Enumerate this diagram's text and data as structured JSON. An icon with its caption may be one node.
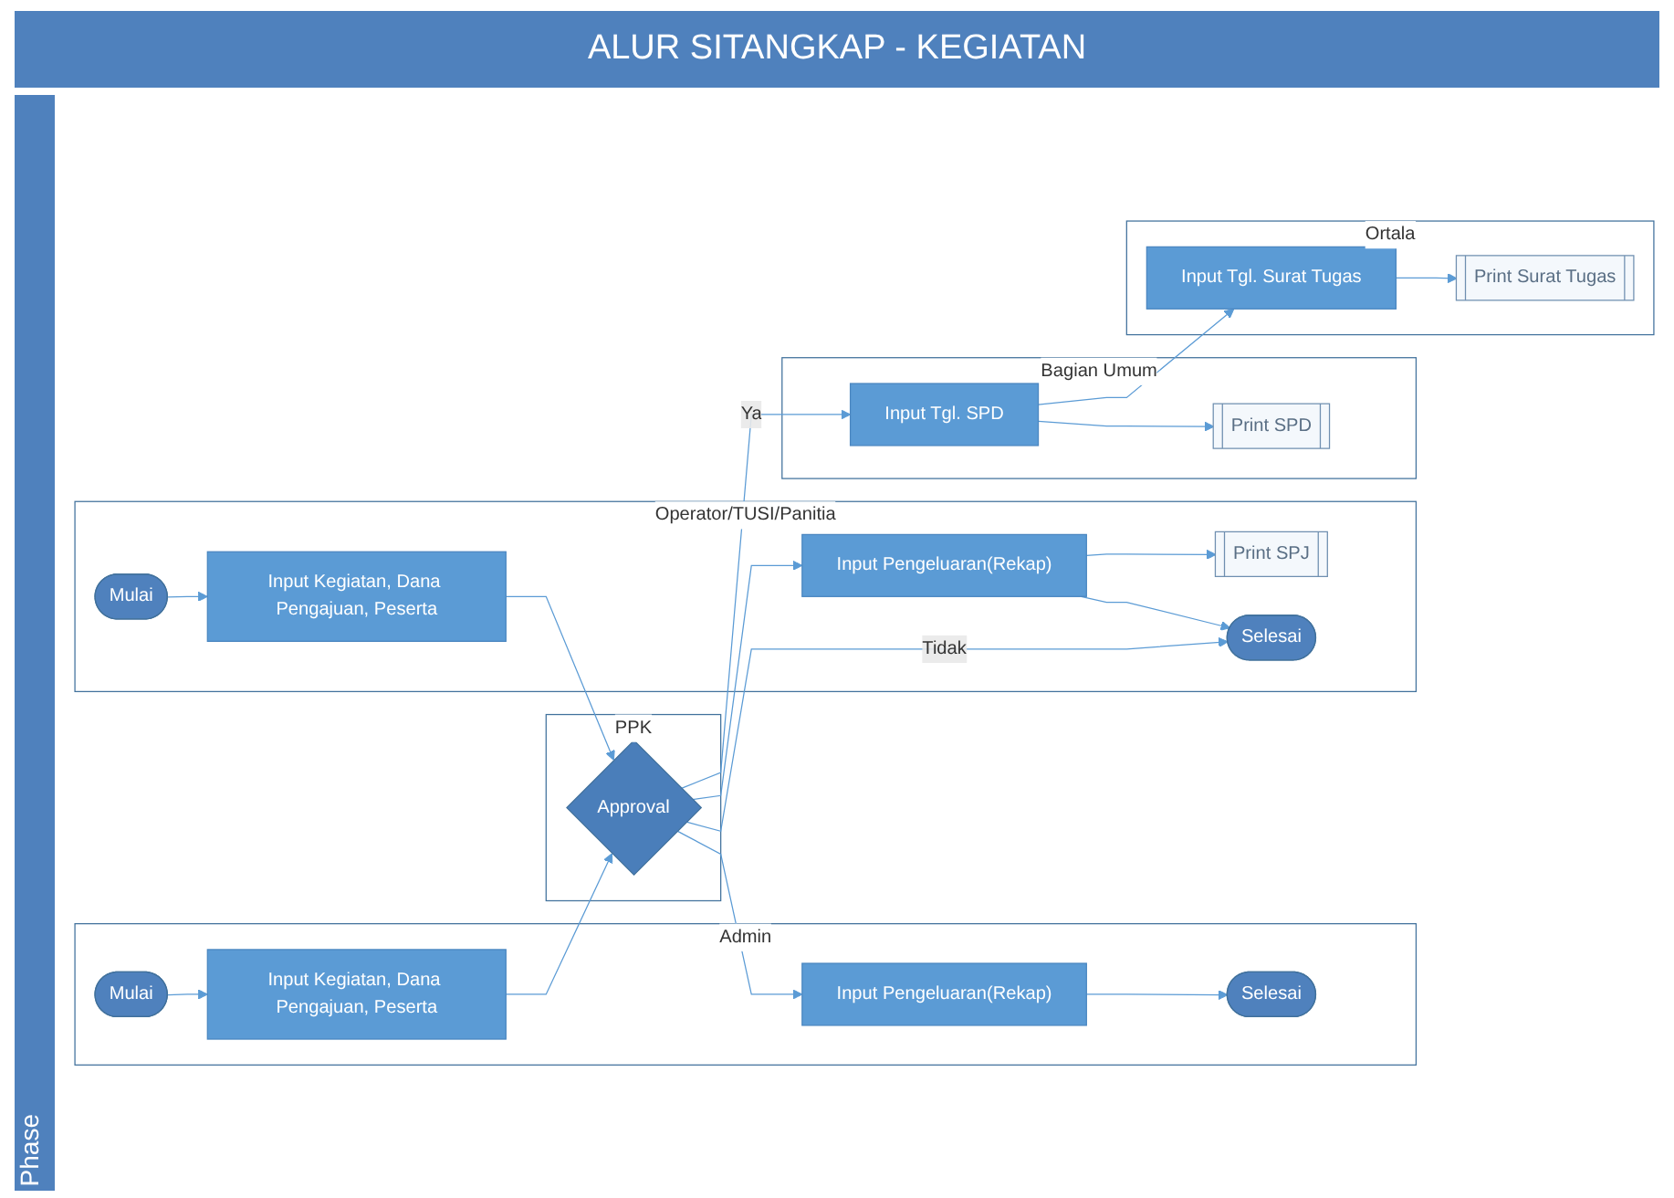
{
  "diagram": {
    "title": "ALUR SITANGKAP - KEGIATAN",
    "nodes": [
      {
        "text": [
          "Admin"
        ]
      },
      {
        "text": [
          "Mulai"
        ],
        "in": 0
      },
      {
        "text": [
          "Input Kegiatan, Dana Pengajuan, Peserta"
        ],
        "in": 0
      },
      {
        "text": [
          "Input Pengeluaran(Rekap)"
        ],
        "in": 0
      },
      {
        "text": [
          "Selesai"
        ],
        "in": 0
      },
      {
        "text": [
          "Operator/TUSI/Panitia"
        ]
      },
      {
        "text": [
          "Mulai"
        ],
        "in": 5
      },
      {
        "text": [
          "Input Kegiatan, Dana Pengajuan, Peserta"
        ],
        "in": 5
      },
      {
        "text": [
          "Input Pengeluaran(Rekap)"
        ],
        "in": 5
      },
      {
        "text": [
          "Print SPJ"
        ],
        "in": 5
      },
      {
        "text": [
          "Selesai"
        ],
        "in": 5
      },
      {
        "text": [
          "PPK"
        ]
      },
      {
        "text": [
          "Approval"
        ],
        "in": 11
      },
      {
        "text": [
          "Bagian Umum"
        ]
      },
      {
        "text": [
          "Input Tgl. SPD"
        ],
        "in": 13
      },
      {
        "text": [
          "Print SPD"
        ],
        "in": 13
      },
      {
        "text": [
          "Ortala"
        ]
      },
      {
        "text": [
          "Input Tgl. Surat Tugas"
        ],
        "in": 16
      },
      {
        "text": [
          "Print Surat Tugas"
        ],
        "in": 16
      }
    ],
    "edges": [
      {
        "from": 1,
        "to": 2,
        "arrow": "to"
      },
      {
        "from": 6,
        "to": 7,
        "arrow": "to"
      },
      {
        "from": 2,
        "to": 12,
        "arrow": "to"
      },
      {
        "from": 7,
        "to": 12,
        "arrow": "to"
      },
      {
        "from": 12,
        "to": 14,
        "label": "Ya",
        "arrow": "to"
      },
      {
        "from": 12,
        "to": 3,
        "arrow": "to"
      },
      {
        "from": 12,
        "to": 8,
        "arrow": "to"
      },
      {
        "from": 12,
        "to": 10,
        "label": "Tidak",
        "arrow": "to"
      },
      {
        "from": 14,
        "to": 17,
        "arrow": "to"
      },
      {
        "from": 14,
        "to": 15,
        "arrow": "to"
      },
      {
        "from": 17,
        "to": 18,
        "arrow": "to"
      },
      {
        "from": 3,
        "to": 4,
        "arrow": "to"
      },
      {
        "from": 8,
        "to": 9,
        "arrow": "to"
      },
      {
        "from": 8,
        "to": 10,
        "arrow": "to"
      }
    ],
    "labels": [
      "Phase"
    ]
  }
}
